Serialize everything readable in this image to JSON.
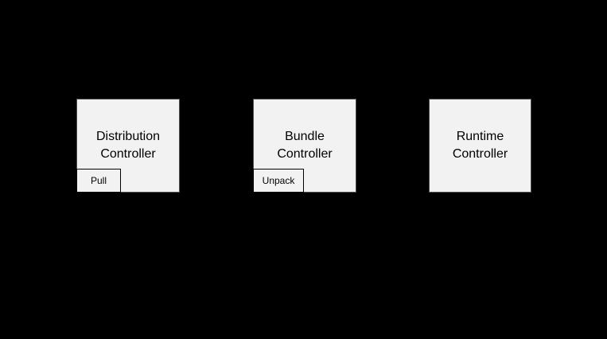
{
  "colors": {
    "background": "#000000",
    "node-fill": "#f2f2f2",
    "node-border": "#4d4d4d",
    "badge-border": "#000000",
    "text": "#000000"
  },
  "diagram": {
    "nodes": [
      {
        "label": "Distribution\nController",
        "badge": "Pull"
      },
      {
        "label": "Bundle\nController",
        "badge": "Unpack"
      },
      {
        "label": "Runtime\nController"
      }
    ]
  }
}
